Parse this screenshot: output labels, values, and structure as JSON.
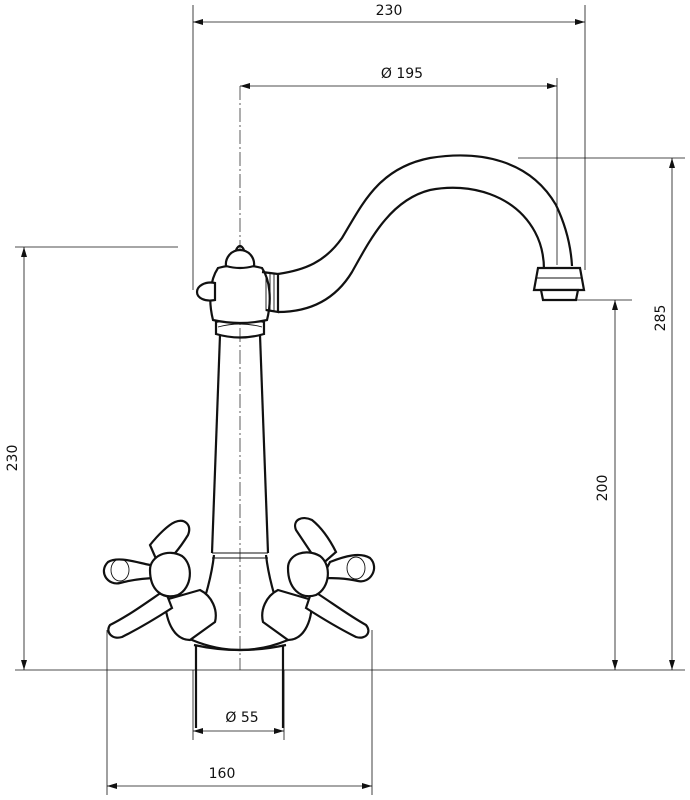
{
  "dimensions": {
    "overall_width": "230",
    "spout_reach": "Ø 195",
    "overall_height": "285",
    "spout_height": "200",
    "handle_height": "230",
    "base_diameter": "Ø 55",
    "handle_span": "160"
  },
  "colors": {
    "ink": "#111111",
    "background": "#ffffff"
  }
}
